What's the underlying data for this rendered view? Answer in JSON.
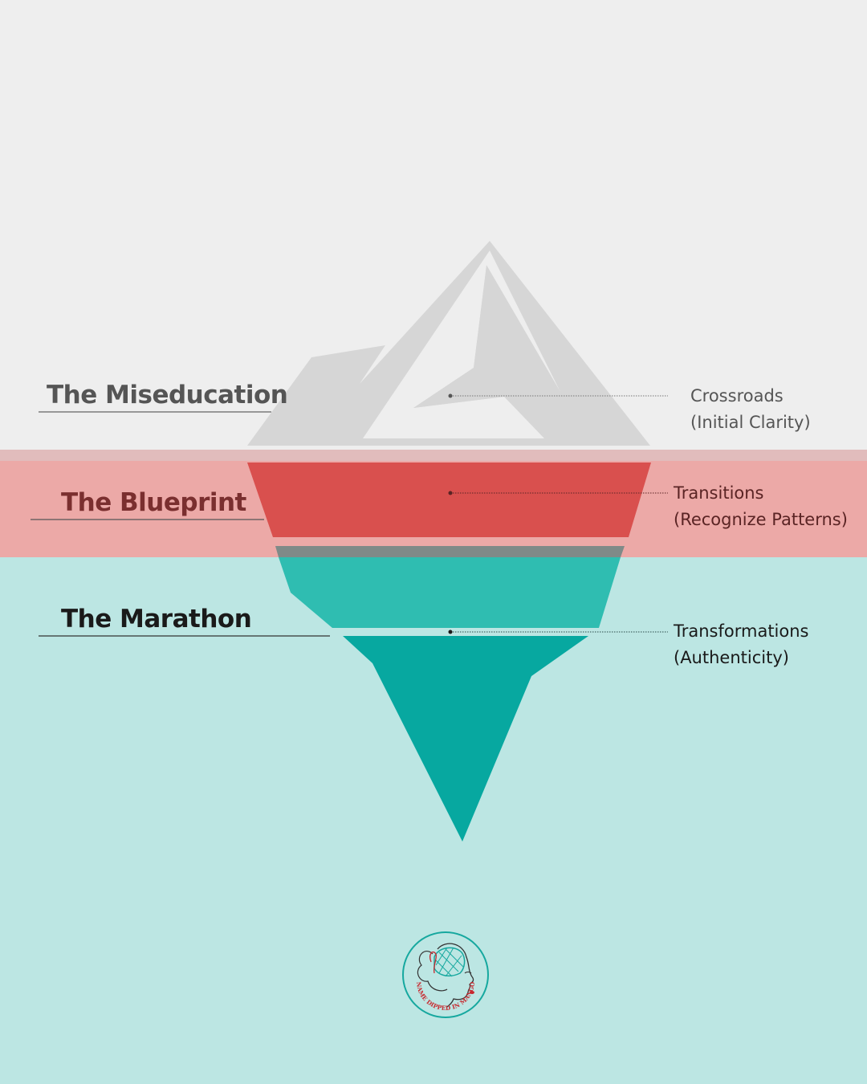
{
  "colors": {
    "sky": "#eeeeee",
    "iceberg_top": "#d6d6d6",
    "surface_band": "#e1bcbc",
    "blueprint_band": "#eca9a7",
    "blueprint_layer": "#d9504e",
    "divider_layer": "#7f8a88",
    "marathon_layer": "#2fbdb1",
    "deep_layer": "#07a8a0",
    "water": "#bce6e3"
  },
  "layers": [
    {
      "title": "The Miseducation",
      "description_line1": "Crossroads",
      "description_line2": "(Initial Clarity)"
    },
    {
      "title": "The Blueprint",
      "description_line1": "Transitions",
      "description_line2": "(Recognize Patterns)"
    },
    {
      "title": "The Marathon",
      "description_line1": "Transformations",
      "description_line2": "(Authenticity)"
    }
  ],
  "logo": {
    "icon": "woman-profile-icon",
    "text": "NAME DIPPED IN MANGO"
  }
}
